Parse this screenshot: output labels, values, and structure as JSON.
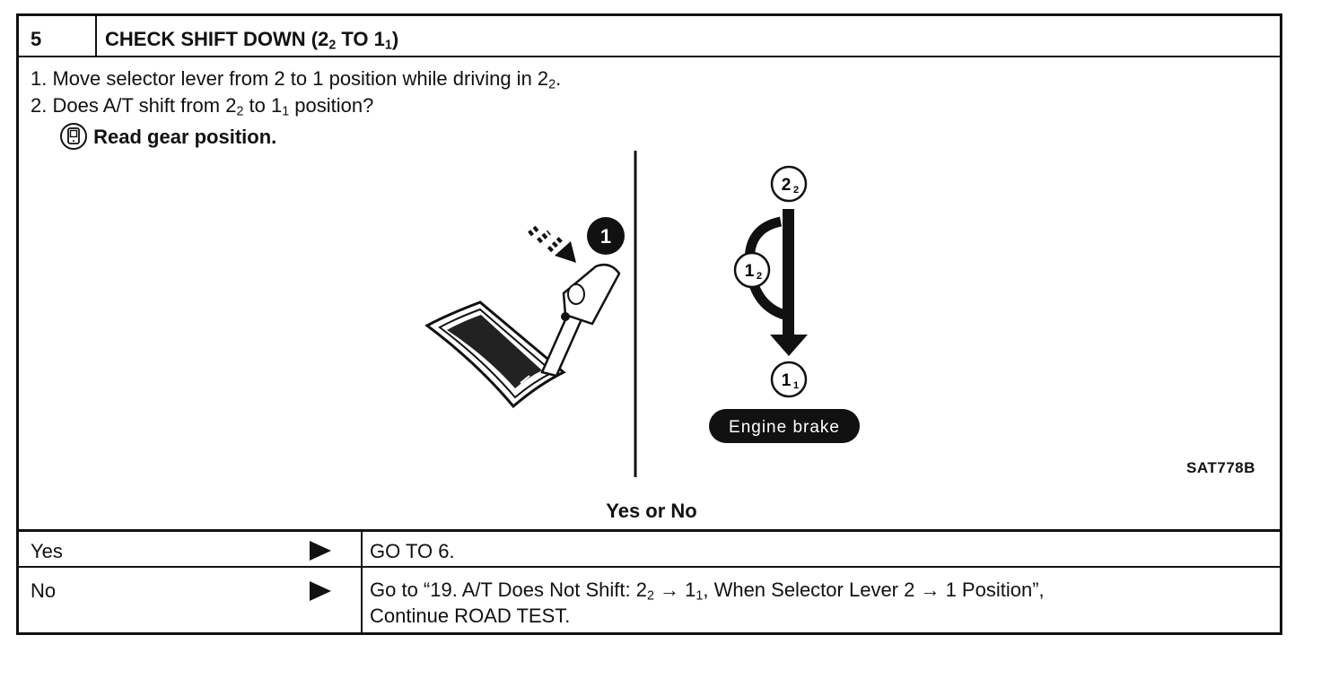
{
  "step": {
    "number": "5",
    "title_main": "CHECK SHIFT DOWN (2",
    "title_sub1": "2",
    "title_mid": " TO 1",
    "title_sub2": "1",
    "title_end": ")"
  },
  "instructions": {
    "line1_main": "1.  Move selector lever from 2 to 1 position while driving in 2",
    "line1_sub": "2",
    "line1_end": ".",
    "line2_a": "2.  Does A/T shift from 2",
    "line2_sub1": "2",
    "line2_b": " to 1",
    "line2_sub2": "1",
    "line2_c": " position?",
    "line3": "Read gear position."
  },
  "figure": {
    "callout_number": "1",
    "label_top": "2",
    "label_top_sub": "2",
    "label_mid": "1",
    "label_mid_sub": "2",
    "label_bottom": "1",
    "label_bottom_sub": "1",
    "engine_brake": "Engine brake",
    "code": "SAT778B"
  },
  "question": "Yes or No",
  "answers": [
    {
      "label": "Yes",
      "result_line1": "GO TO 6."
    },
    {
      "label": "No",
      "result_line1_a": "Go to “19. A/T Does Not Shift: 2",
      "result_line1_sub1": "2",
      "result_line1_b": " → 1",
      "result_line1_sub2": "1",
      "result_line1_c": ", When Selector Lever 2 → 1 Position”,",
      "result_line2": "Continue ROAD TEST."
    }
  ]
}
